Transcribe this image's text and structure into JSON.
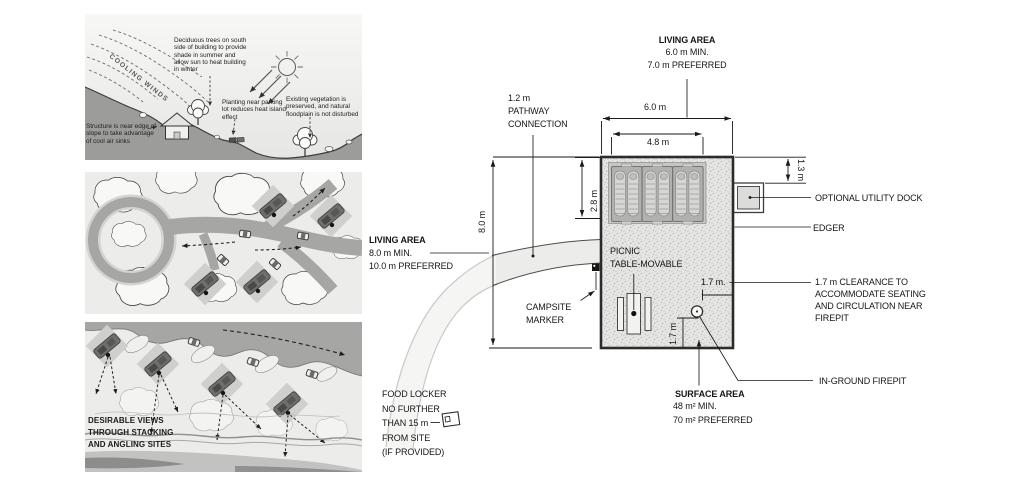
{
  "colors": {
    "paper": "#ffffff",
    "panel_bg": "#ecedeb",
    "road": "#a6a6a4",
    "ground": "#9c9c9a",
    "pad_border": "#2c2c2c",
    "ink": "#161616"
  },
  "section_panel": {
    "cooling_winds": "COOLING WINDS",
    "note_trees": "Deciduous trees on south\nside of building to provide\nshade in summer and\nallow sun to heat building\nin winter",
    "note_parking": "Planting near parking\nlot reduces heat island\neffect",
    "note_vegetation": "Existing vegetation is\npreserved, and natural\nfloodplain is not disturbed",
    "note_structure": "Structure is near edge of\nslope to take advantage\nof cool air sinks"
  },
  "views_panel": {
    "caption": "DESIRABLE VIEWS\nTHROUGH STACKING\nAND ANGLING SITES"
  },
  "plan": {
    "living_area_top": {
      "title": "LIVING AREA",
      "specs": "6.0 m MIN.\n7.0 m PREFERRED"
    },
    "living_area_left": {
      "title": "LIVING AREA",
      "specs": "8.0 m MIN.\n10.0 m PREFERRED"
    },
    "surface_area": {
      "title": "SURFACE AREA",
      "specs": "48 m² MIN.\n70 m² PREFERRED"
    },
    "dimensions": {
      "width_outer": "6.0 m",
      "width_tents": "4.8 m",
      "depth": "8.0 m",
      "tent_depth": "2.8 m",
      "dock_offset": "1.3 m",
      "firepit_clearance": "1.7 m.",
      "firepit_edge": "1.7 m"
    },
    "labels": {
      "pathway": "1.2 m\nPATHWAY\nCONNECTION",
      "campsite_marker": "CAMPSITE\nMARKER",
      "picnic_table": "PICNIC\nTABLE-MOVABLE",
      "food_locker": "FOOD LOCKER\nNO FURTHER\nTHAN 15 m\nFROM SITE\n(IF PROVIDED)",
      "utility_dock": "OPTIONAL UTILITY DOCK",
      "edger": "EDGER",
      "clearance": "1.7 m CLEARANCE TO\nACCOMMODATE SEATING\nAND CIRCULATION NEAR\nFIREPIT",
      "firepit": "IN-GROUND FIREPIT"
    }
  }
}
